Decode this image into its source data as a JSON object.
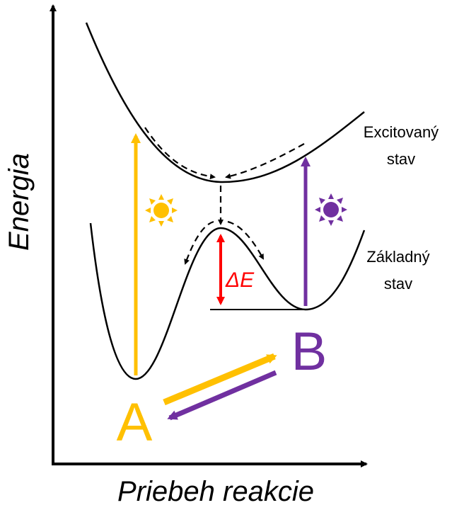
{
  "axes": {
    "y_label": "Energia",
    "x_label": "Priebeh reakcie"
  },
  "states": {
    "excited": {
      "line1": "Excitovaný",
      "line2": "stav"
    },
    "ground": {
      "line1": "Základný",
      "line2": "stav"
    }
  },
  "isomers": {
    "a": "A",
    "b": "B"
  },
  "barrier_label": "ΔE",
  "colors": {
    "isomer_a": "#FFC000",
    "isomer_b": "#7030A0",
    "barrier": "#FF0000",
    "curves": "#000000"
  },
  "icons": [
    "sun-icon-yellow",
    "sun-icon-purple"
  ]
}
